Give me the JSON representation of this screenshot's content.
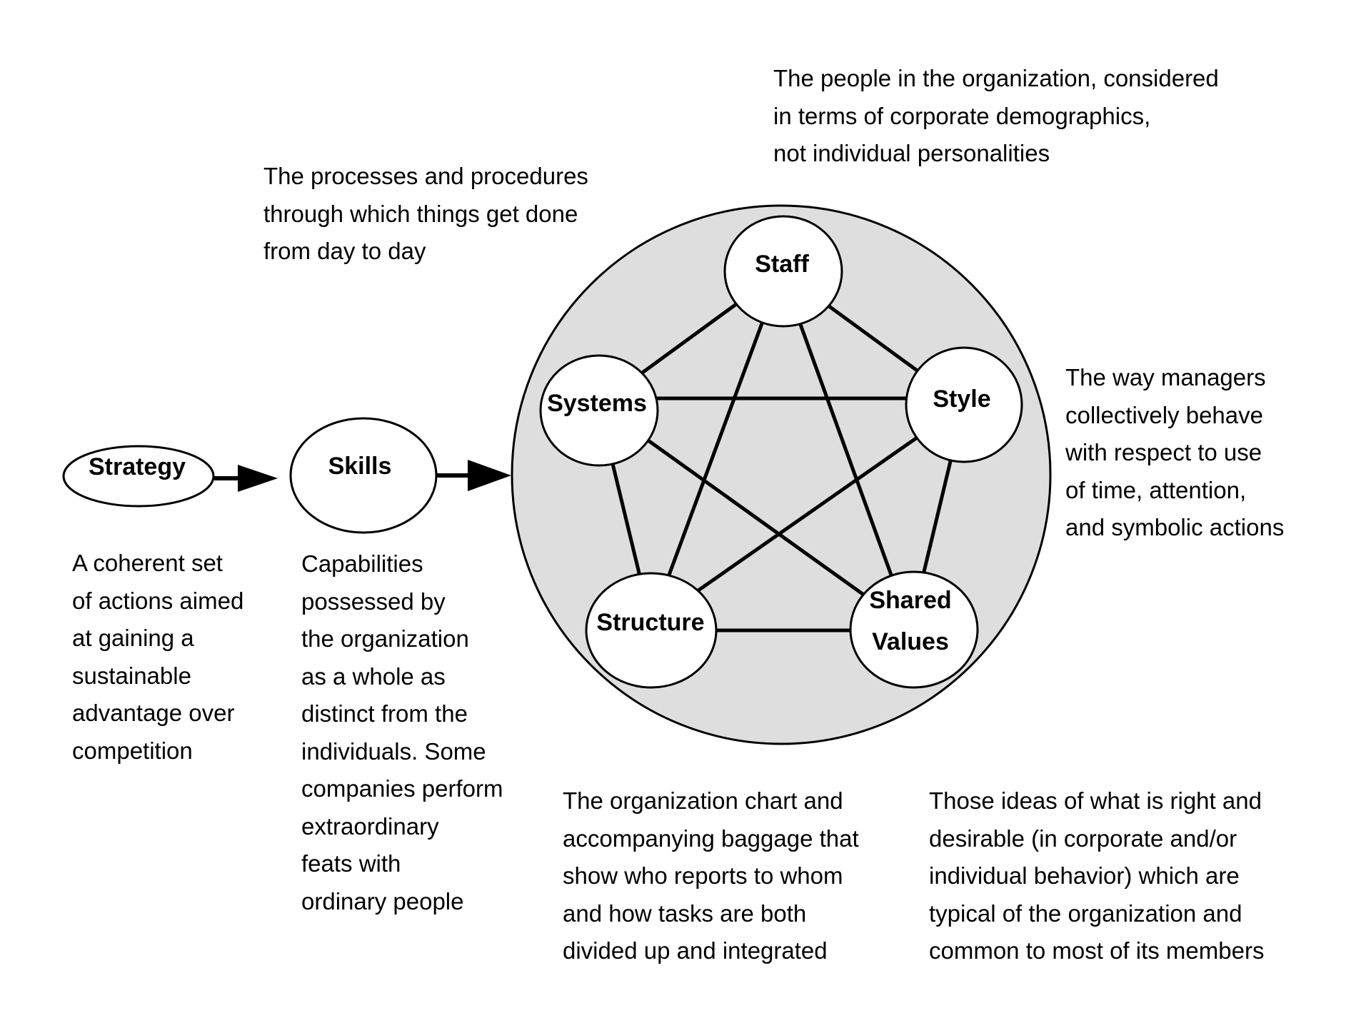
{
  "nodes": {
    "strategy": "Strategy",
    "skills": "Skills",
    "staff": "Staff",
    "systems": "Systems",
    "style": "Style",
    "structure": "Structure",
    "shared_values": [
      "Shared",
      "Values"
    ]
  },
  "descriptions": {
    "strategy": [
      "A coherent set",
      "of actions aimed",
      "at gaining a",
      "sustainable",
      "advantage over",
      "competition"
    ],
    "skills": [
      "Capabilities",
      "possessed by",
      "the organization",
      "as a whole as",
      "distinct from the",
      "individuals. Some",
      "companies perform",
      "extraordinary",
      "feats with",
      "ordinary people"
    ],
    "systems": [
      "The processes and procedures",
      "through which things get done",
      "from day to day"
    ],
    "staff": [
      "The people in the organization, considered",
      "in terms of corporate demographics,",
      "not individual personalities"
    ],
    "style": [
      "The way managers",
      "collectively behave",
      "with respect to use",
      "of time, attention,",
      "and symbolic actions"
    ],
    "structure": [
      "The organization chart and",
      "accompanying baggage that",
      "show who reports to whom",
      "and how tasks are both",
      "divided up and integrated"
    ],
    "shared_values": [
      "Those ideas of what is right and",
      "desirable (in corporate and/or",
      "individual behavior) which are",
      "typical of the organization and",
      "common to most of its members"
    ]
  },
  "colors": {
    "big_circle_fill": "#dedede",
    "node_fill": "#ffffff",
    "stroke": "#000000"
  }
}
